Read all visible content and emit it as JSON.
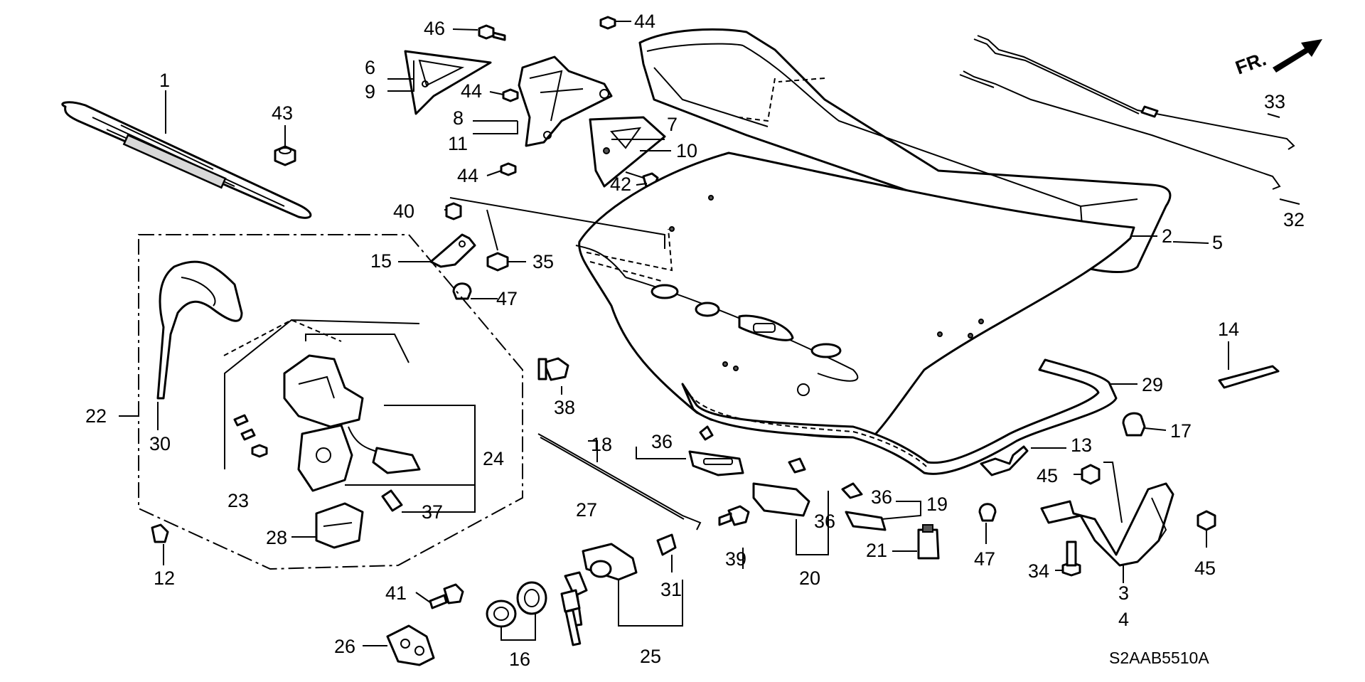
{
  "diagram_code": "S2AAB5510A",
  "direction_label": "FR.",
  "callouts": [
    "1",
    "2",
    "3",
    "4",
    "5",
    "6",
    "7",
    "8",
    "9",
    "10",
    "11",
    "12",
    "13",
    "14",
    "15",
    "16",
    "17",
    "18",
    "19",
    "20",
    "21",
    "22",
    "23",
    "24",
    "25",
    "26",
    "27",
    "28",
    "29",
    "30",
    "31",
    "32",
    "33",
    "34",
    "35",
    "36",
    "37",
    "38",
    "39",
    "40",
    "41",
    "42",
    "43",
    "44",
    "45",
    "46",
    "47"
  ]
}
